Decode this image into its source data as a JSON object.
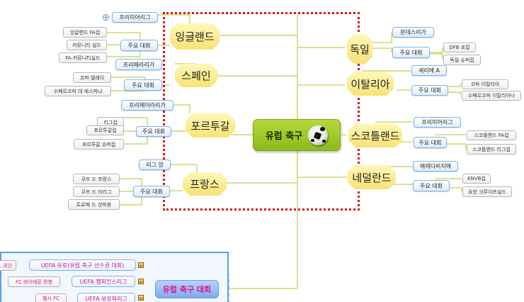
{
  "root": {
    "label": "유럽 축구",
    "icon": "soccer-ball-icon"
  },
  "countries": [
    {
      "id": "england",
      "label": "잉글랜드",
      "league": "프리미어리그",
      "competitions_label": "주요 대회",
      "competitions": [
        "잉글랜드 FA컵",
        "커뮤니티 실드",
        "FA 커뮤니티실드"
      ]
    },
    {
      "id": "spain",
      "label": "스페인",
      "league": "프리메라리가",
      "competitions_label": "주요 대회",
      "competitions": [
        "코파 델레이",
        "수페르코파 데 에스파냐"
      ]
    },
    {
      "id": "portugal",
      "label": "포르투갈",
      "league": "프리메이라리가",
      "competitions_label": "주요 대회",
      "competitions": [
        "리그컵",
        "포르투갈컵",
        "포르투갈 슈퍼컵"
      ]
    },
    {
      "id": "france",
      "label": "프랑스",
      "league": "리그 앙",
      "competitions_label": "주요 대회",
      "competitions": [
        "쿠프 드 프랑스",
        "쿠프 드 라리그",
        "트로페 드 샹피옹"
      ]
    },
    {
      "id": "germany",
      "label": "독일",
      "league": "분데스리가",
      "competitions_label": "주요 대회",
      "competitions": [
        "DFB 포칼",
        "독일 슈퍼컵"
      ]
    },
    {
      "id": "italy",
      "label": "이탈리아",
      "league": "세리에 A",
      "competitions_label": "주요 대회",
      "competitions": [
        "코파 이탈리아",
        "수페르코파 이탈리아나"
      ]
    },
    {
      "id": "scotland",
      "label": "스코틀랜드",
      "league": "프리미어리그",
      "competitions_label": "주요 대회",
      "competitions": [
        "스코틀랜드 FA컵",
        "스코틀랜드 리그컵"
      ]
    },
    {
      "id": "netherlands",
      "label": "네덜란드",
      "league": "에레디비지에",
      "competitions_label": "주요 대회",
      "competitions": [
        "KNVB컵",
        "요한 크루이프실드"
      ]
    }
  ],
  "tournaments": {
    "label": "유럽 축구 대회",
    "items": [
      {
        "label": "UEFA 유로(유럽 축구 선수권 대회)",
        "winner": "…외인"
      },
      {
        "label": "UEFA 챔피언스리그",
        "winner": "FC 바이에른 뮌헨"
      },
      {
        "label": "UEFA 유로파리그",
        "winner": "첼시 FC"
      }
    ]
  },
  "colors": {
    "connector": "#c8dc6e",
    "selection": "#e01010",
    "arrow": "#f3bf3c",
    "tournament_text": "#d0188a"
  }
}
